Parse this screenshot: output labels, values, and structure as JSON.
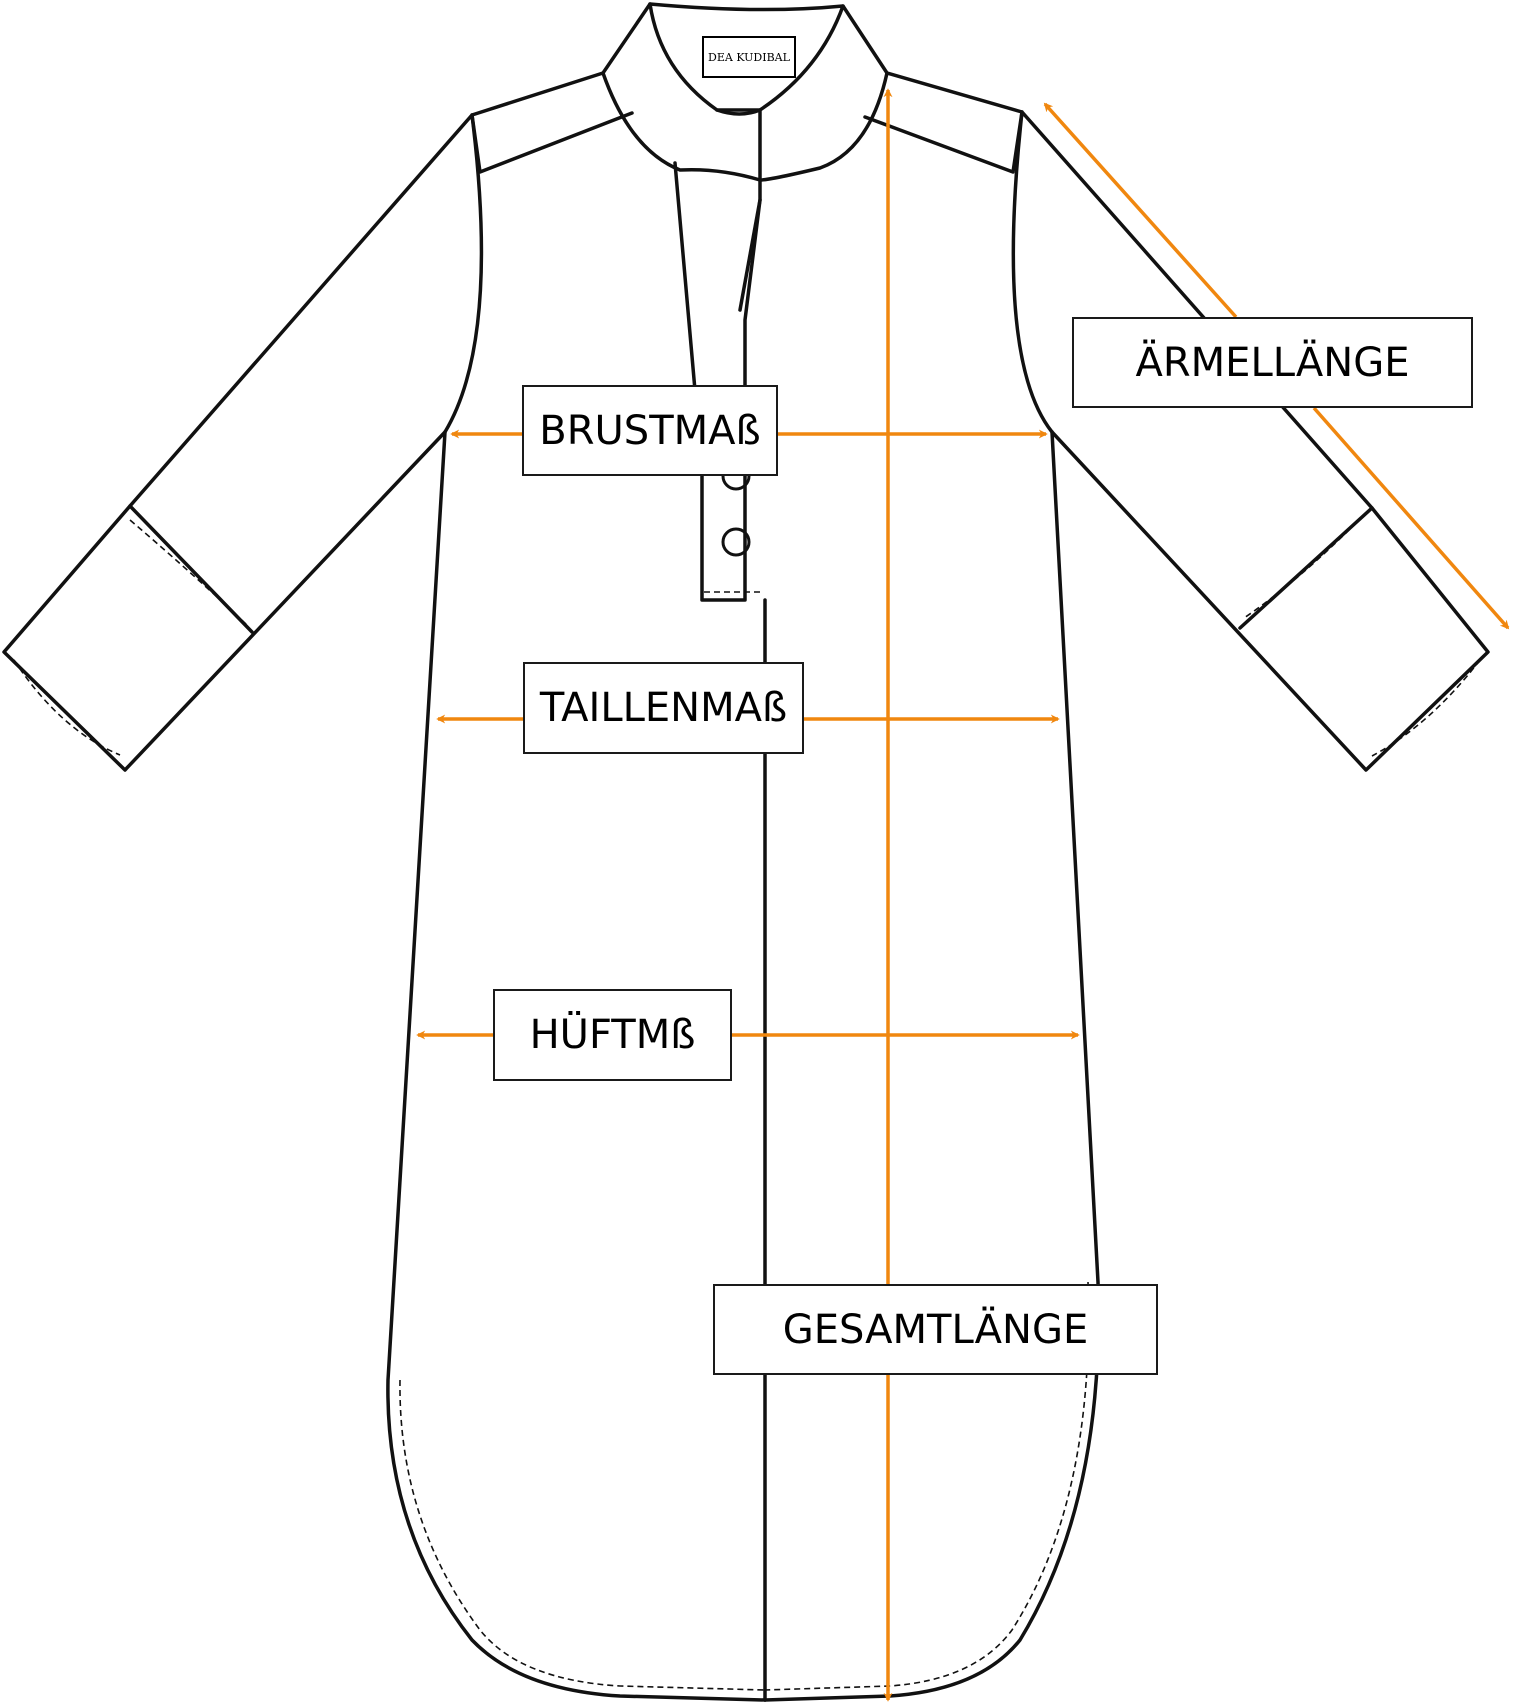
{
  "brand_label": "DEA KUDIBAL",
  "measurements": {
    "chest": "BRUSTMAß",
    "waist": "TAILLENMAß",
    "hip": "HÜFTMß",
    "total_length": "GESAMTLÄNGE",
    "sleeve_length": "ÄRMELLÄNGE"
  },
  "colors": {
    "arrow": "#f0870f",
    "outline": "#111111",
    "background": "#ffffff"
  }
}
